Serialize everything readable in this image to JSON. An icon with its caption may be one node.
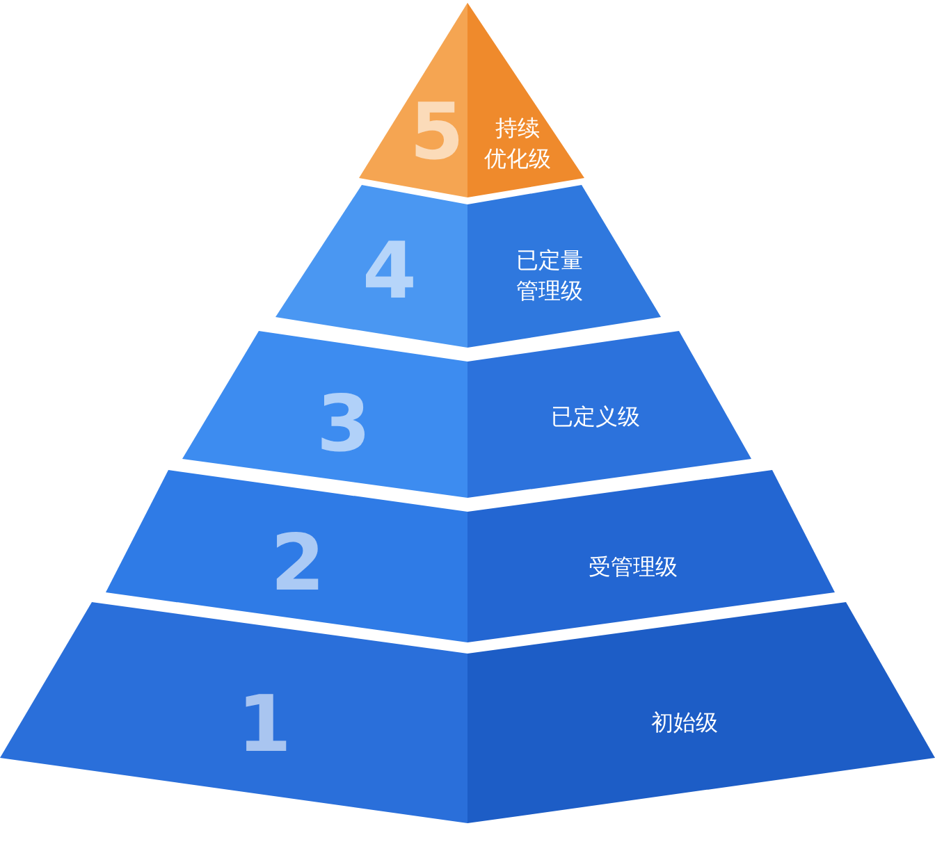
{
  "diagram": {
    "nodes": [
      {
        "text": [
          "5",
          "持续优化级"
        ]
      },
      {
        "text": [
          "4",
          "已定量管理级"
        ]
      },
      {
        "text": [
          "3",
          "已定义级"
        ]
      },
      {
        "text": [
          "2",
          "受管理级"
        ]
      },
      {
        "text": [
          "1",
          "初始级"
        ]
      }
    ]
  }
}
